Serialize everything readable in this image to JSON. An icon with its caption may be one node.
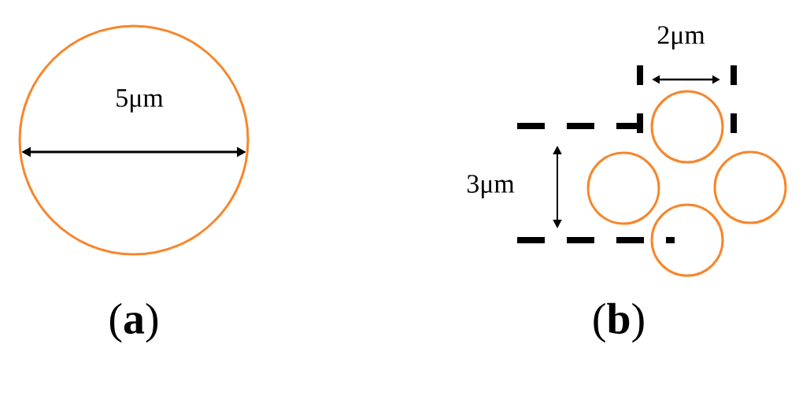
{
  "diagram": {
    "nodes": [
      {
        "text": [],
        "shape": "circle"
      },
      {
        "text": [],
        "shape": "circle"
      },
      {
        "text": [],
        "shape": "circle"
      },
      {
        "text": [],
        "shape": "circle"
      },
      {
        "text": [],
        "shape": "circle"
      }
    ],
    "labels": [
      "5μm",
      "2μm",
      "3μm",
      "(**a**)",
      "(**b**)"
    ]
  }
}
